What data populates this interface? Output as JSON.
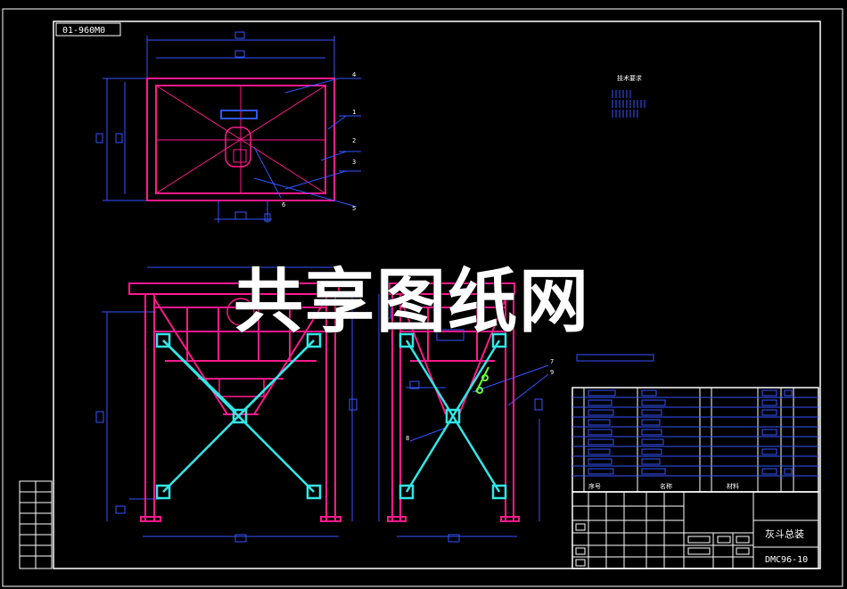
{
  "drawing": {
    "label_box_text": "01-960M0",
    "watermark": "共享图纸网",
    "title_block": {
      "title": "灰斗总装",
      "drawing_no": "DMC96-10",
      "col_headers": [
        "序号",
        "名称",
        "材料"
      ]
    },
    "notes_header": "技术要求",
    "leader_numbers": [
      "4",
      "1",
      "2",
      "3",
      "5",
      "6",
      "7",
      "8",
      "9"
    ]
  },
  "colors": {
    "background": "#000000",
    "frame": "#ffffff",
    "structure": "#ff1a8c",
    "dimension": "#3355ff",
    "bracing": "#33e6e6",
    "highlight": "#66ff33"
  }
}
